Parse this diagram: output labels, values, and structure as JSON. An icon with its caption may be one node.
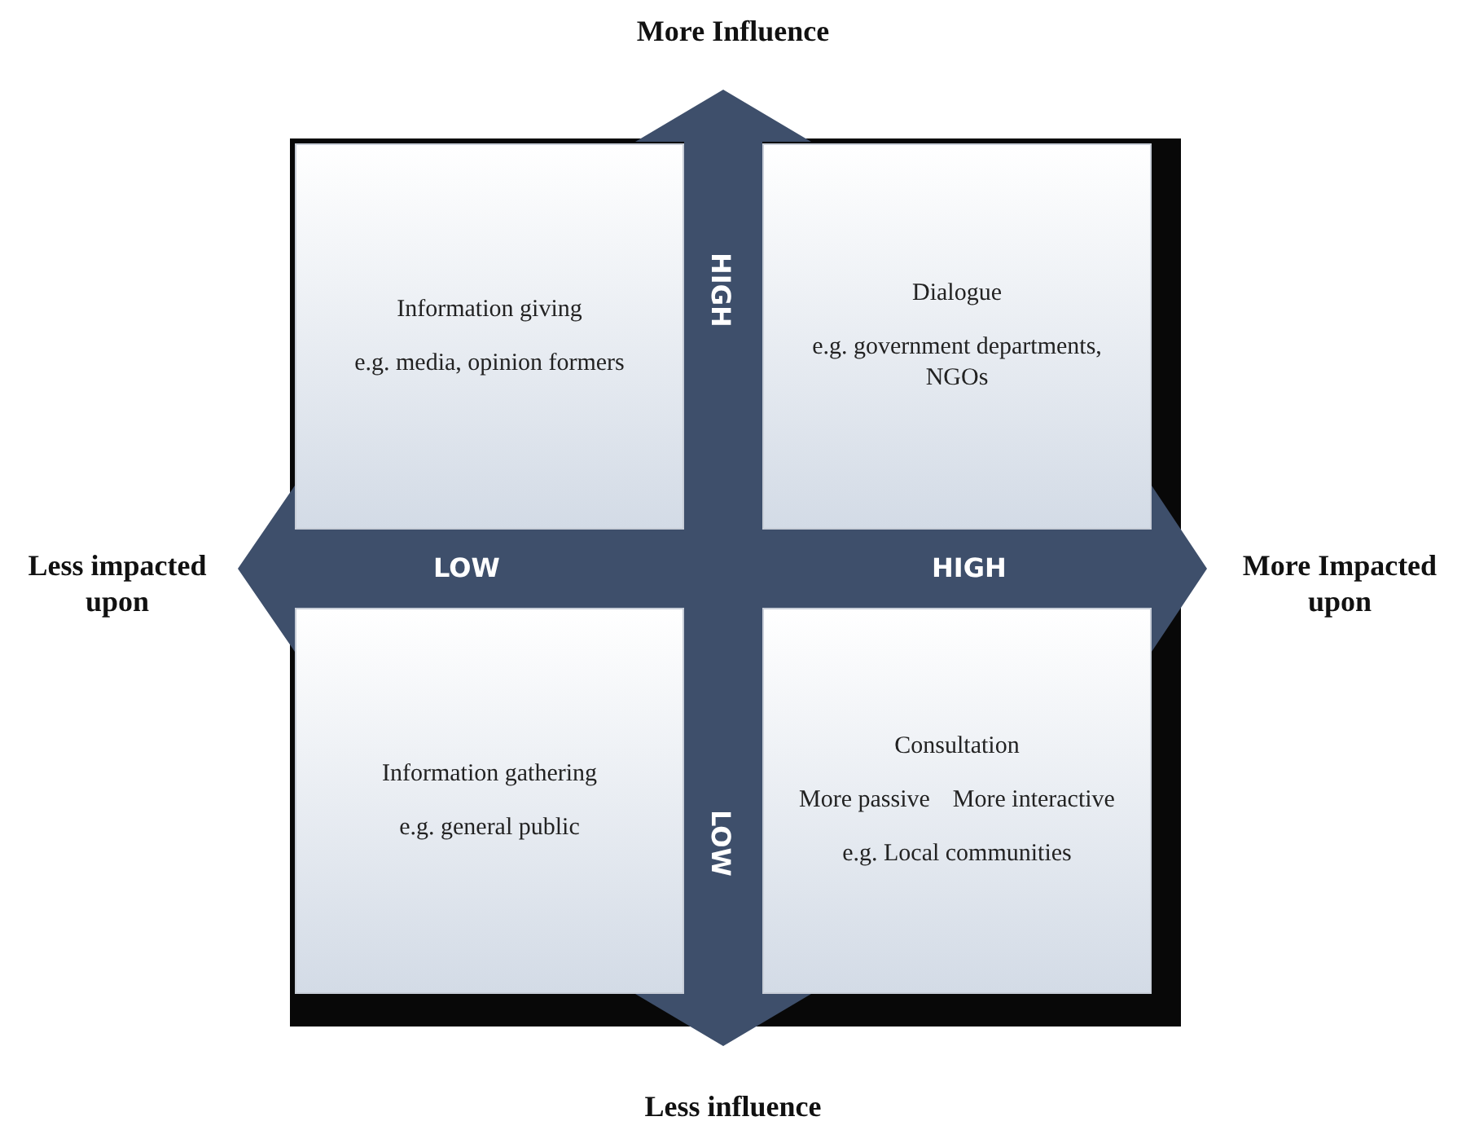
{
  "diagram": {
    "nodes": [
      {
        "text": [
          "Information giving",
          "e.g. media, opinion formers"
        ]
      },
      {
        "text": [
          "Dialogue",
          "e.g. government departments, NGOs"
        ]
      },
      {
        "text": [
          "Information gathering",
          "e.g. general public"
        ]
      },
      {
        "text": [
          "Consultation",
          "More passive",
          "More interactive",
          "e.g. Local communities"
        ]
      }
    ],
    "edges": [],
    "labels": [
      "More Influence",
      "HIGH",
      "Less impacted upon",
      "LOW",
      "HIGH",
      "More Impacted upon",
      "LOW",
      "Less influence"
    ]
  }
}
